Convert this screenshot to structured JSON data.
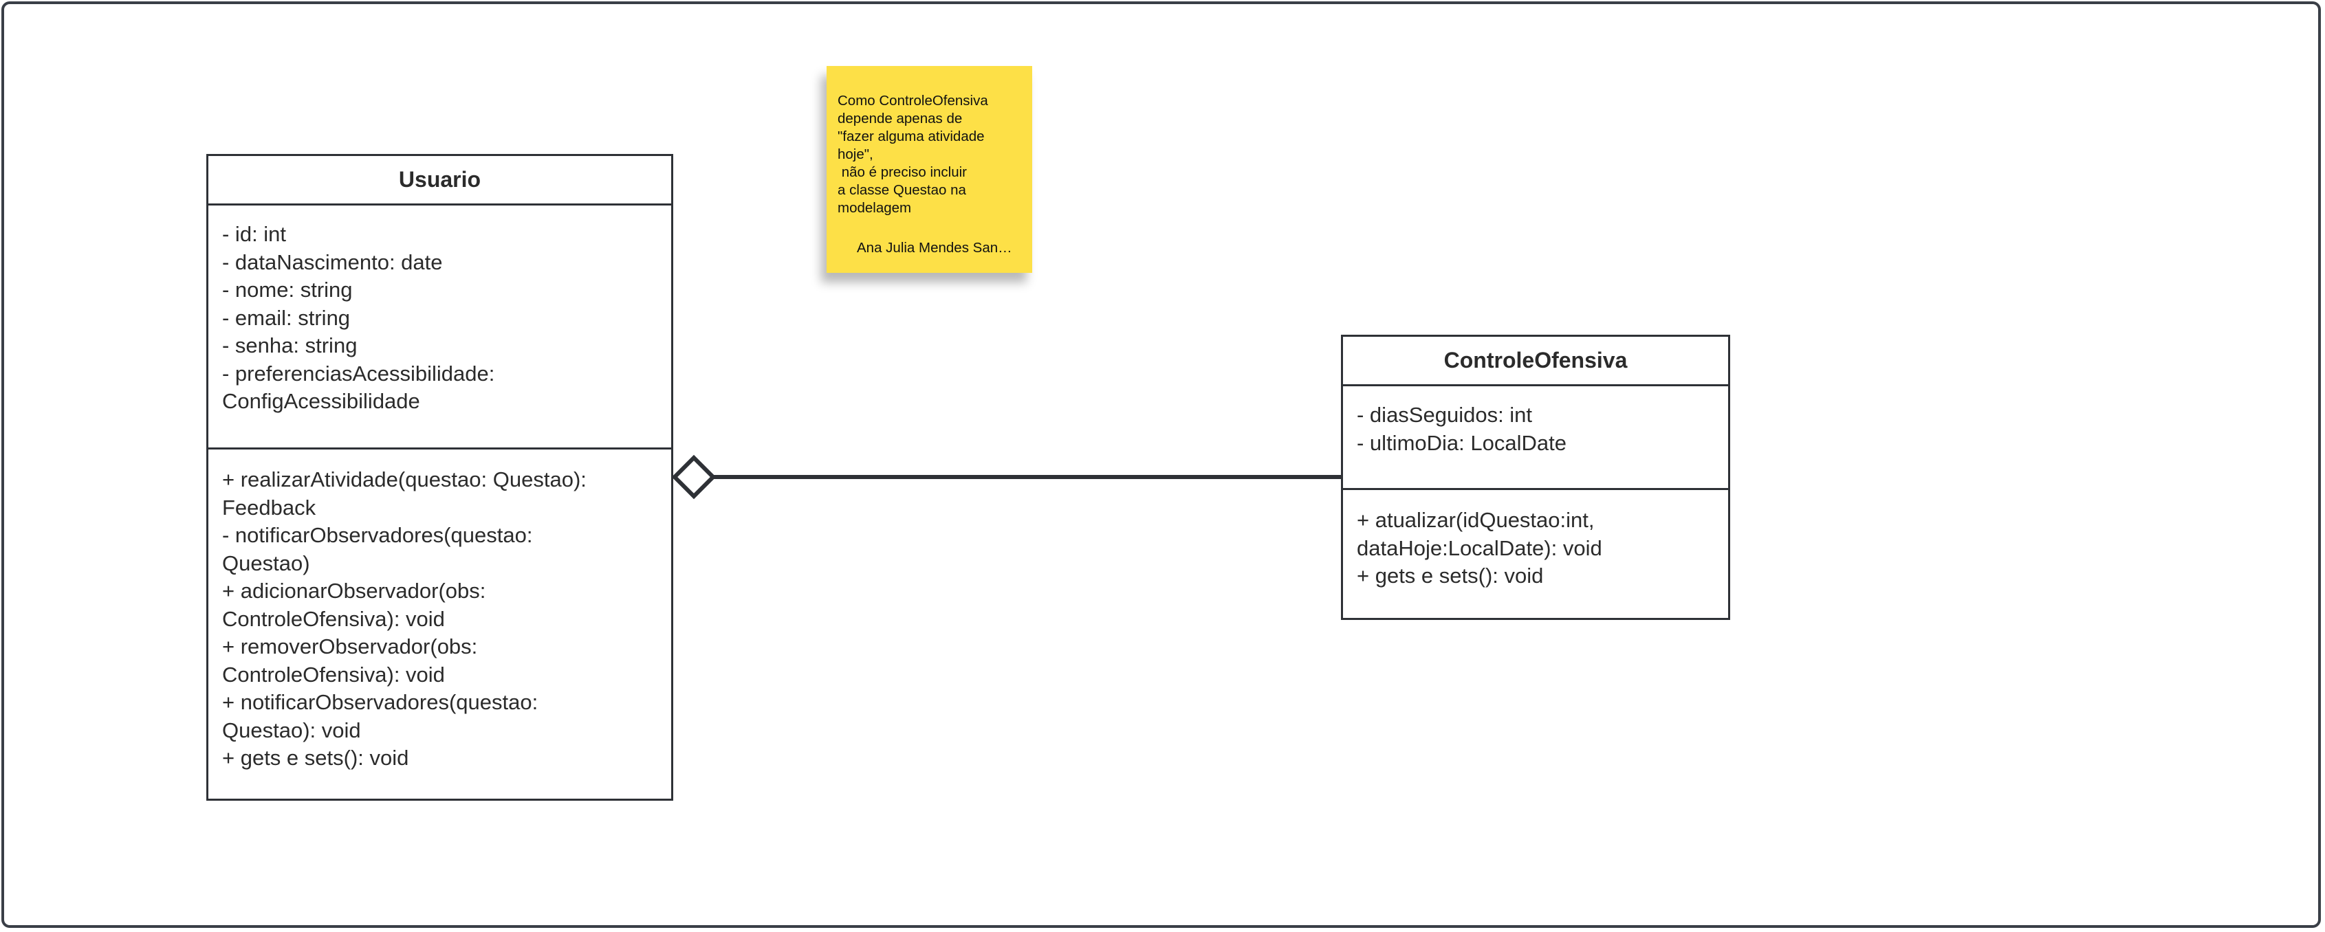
{
  "diagram": {
    "classes": {
      "usuario": {
        "name": "Usuario",
        "attributes": [
          "- id: int",
          "- dataNascimento: date",
          "- nome: string",
          "- email: string",
          "- senha: string",
          "- preferenciasAcessibilidade:",
          "ConfigAcessibilidade"
        ],
        "operations": [
          "+ realizarAtividade(questao: Questao):",
          "Feedback",
          "- notificarObservadores(questao:",
          "Questao)",
          "+ adicionarObservador(obs:",
          "ControleOfensiva): void",
          "+ removerObservador(obs:",
          "ControleOfensiva): void",
          "+ notificarObservadores(questao:",
          "Questao): void",
          "+ gets e sets(): void"
        ]
      },
      "controle": {
        "name": "ControleOfensiva",
        "attributes": [
          "- diasSeguidos: int",
          "- ultimoDia: LocalDate"
        ],
        "operations": [
          "+ atualizar(idQuestao:int,",
          "dataHoje:LocalDate): void",
          "+ gets e sets(): void"
        ]
      }
    },
    "relationship": {
      "type": "aggregation",
      "whole": "Usuario",
      "part": "ControleOfensiva"
    },
    "note": {
      "lines": [
        "Como ControleOfensiva",
        "depende apenas de",
        "\"fazer alguma atividade",
        "hoje\",",
        " não é preciso incluir",
        "a classe Questao na",
        "modelagem"
      ],
      "author": "Ana Julia Mendes San…"
    },
    "colors": {
      "border": "#2e3136",
      "frame": "#3a3f47",
      "note": "#fde047",
      "text": "#2b2b2b"
    }
  }
}
